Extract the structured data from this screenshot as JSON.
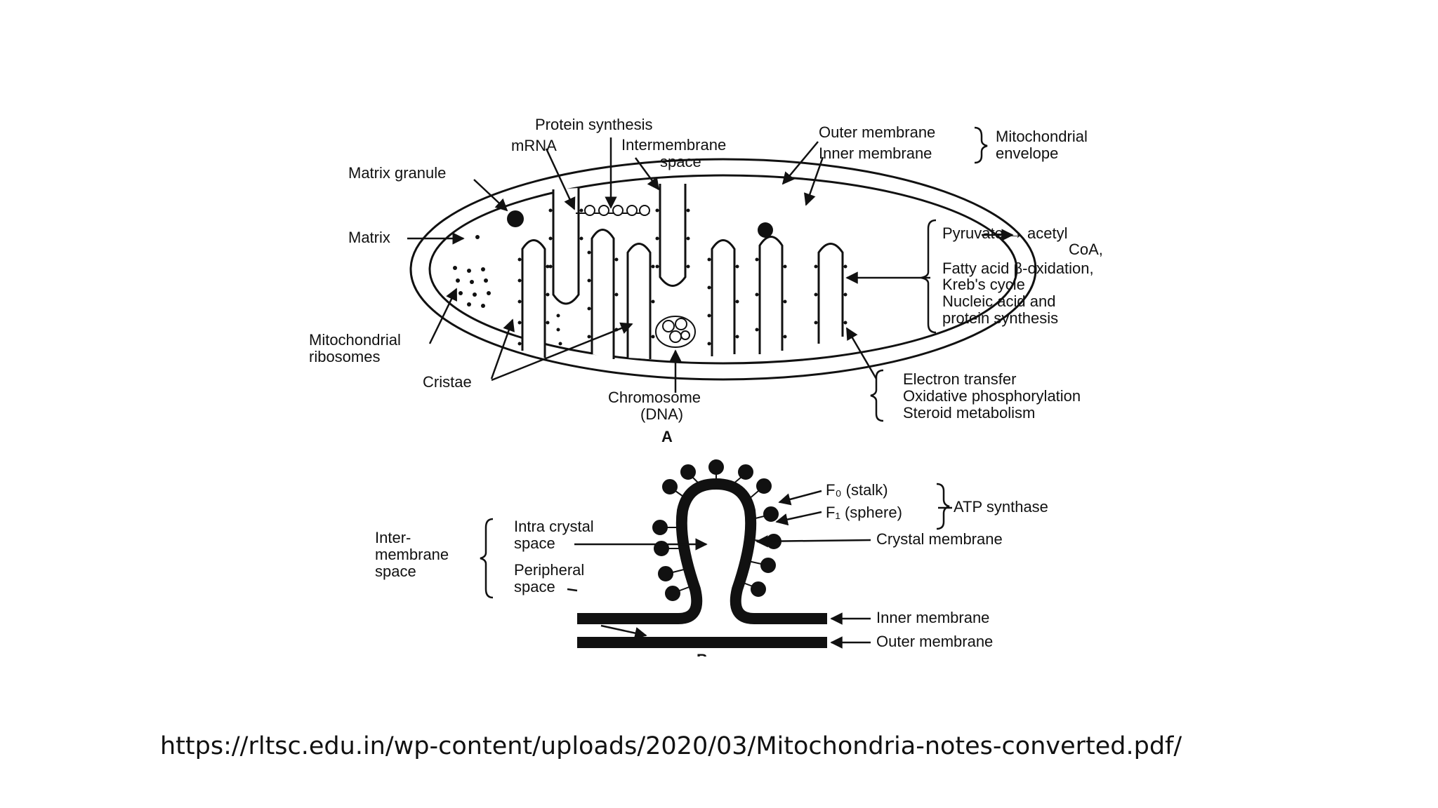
{
  "diagram_a": {
    "labels": {
      "protein_synthesis": "Protein synthesis",
      "mrna": "mRNA",
      "intermembrane_space_1": "Intermembrane",
      "intermembrane_space_2": "space",
      "outer_membrane": "Outer membrane",
      "inner_membrane": "Inner membrane",
      "envelope_1": "Mitochondrial",
      "envelope_2": "envelope",
      "matrix_granule": "Matrix granule",
      "matrix": "Matrix",
      "ribosomes_1": "Mitochondrial",
      "ribosomes_2": "ribosomes",
      "cristae": "Cristae",
      "chromosome_1": "Chromosome",
      "chromosome_2": "(DNA)",
      "caption": "A"
    },
    "matrix_functions": [
      "Pyruvate → acetyl",
      "CoA,",
      "Fatty acid β-oxidation,",
      "Kreb's cycle",
      "Nucleic acid and",
      "protein synthesis"
    ],
    "membrane_functions": [
      "Electron transfer",
      "Oxidative phosphorylation",
      "Steroid metabolism"
    ]
  },
  "diagram_b": {
    "labels": {
      "fo_stalk": "F₀ (stalk)",
      "f1_sphere": "F₁ (sphere)",
      "atp_synthase": "ATP synthase",
      "crystal_membrane": "Crystal membrane",
      "inner_membrane": "Inner membrane",
      "outer_membrane": "Outer membrane",
      "intermembrane_1": "Inter-",
      "intermembrane_2": "membrane",
      "intermembrane_3": "space",
      "intra_crystal_1": "Intra crystal",
      "intra_crystal_2": "space",
      "peripheral_1": "Peripheral",
      "peripheral_2": "space",
      "caption": "B"
    }
  },
  "source_url": "https://rltsc.edu.in/wp-content/uploads/2020/03/Mitochondria-notes-converted.pdf/"
}
